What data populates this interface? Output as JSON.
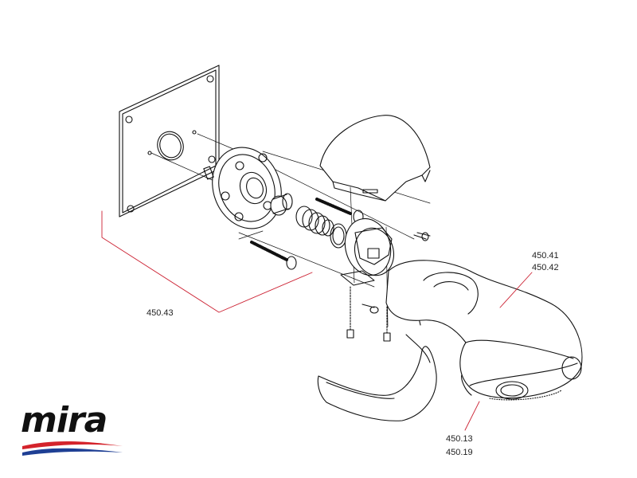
{
  "diagram": {
    "callouts": {
      "escutcheon_kit": "450.43",
      "head_top": "450.41",
      "head_bottom": "450.42",
      "rub_clean_top": "450.13",
      "rub_clean_bottom": "450.19"
    },
    "leader_color": "#cc2233"
  },
  "brand": {
    "name": "mira",
    "swoosh_colors": [
      "#d4232b",
      "#1e3f94"
    ]
  }
}
